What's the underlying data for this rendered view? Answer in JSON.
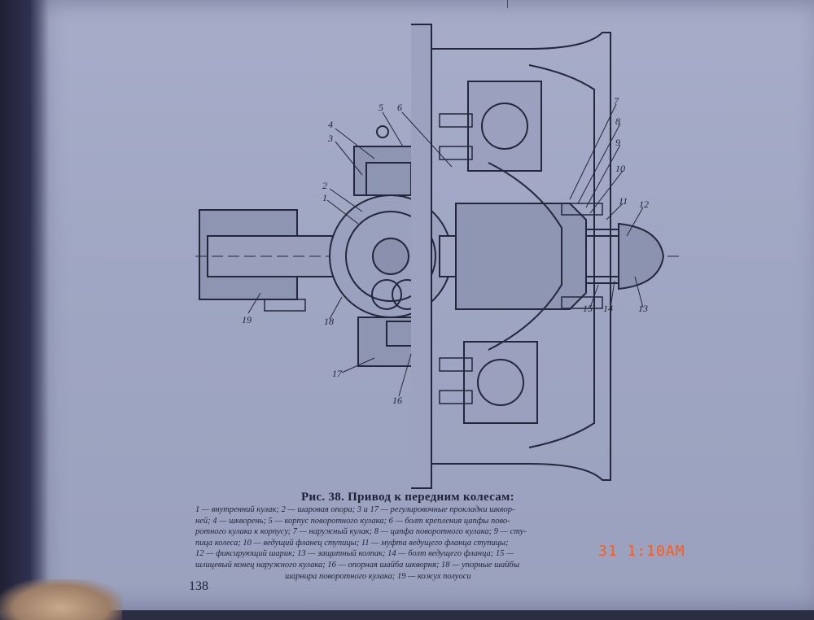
{
  "figure": {
    "title": "Рис. 38. Привод к передним колесам:",
    "callouts": [
      "1",
      "2",
      "3",
      "4",
      "5",
      "6",
      "7",
      "8",
      "9",
      "10",
      "11",
      "12",
      "13",
      "14",
      "15",
      "16",
      "17",
      "18",
      "19"
    ]
  },
  "legend_lines": [
    "1 — внутренний кулак; 2 — шаровая опора; 3 и 17 — регулировочные прокладки шквор-",
    "ней; 4 — шкворень; 5 — корпус поворотного кулака; 6 — болт крепления цапфы пово-",
    "ротного кулака к корпусу; 7 — наружный кулак; 8 — цапфа поворотного кулака; 9 — сту-",
    "пица колеса; 10 — ведущий фланец ступицы; 11 — муфта ведущего фланца ступицы;",
    "12 — фиксирующий шарик; 13 — защитный колпак; 14 — болт ведущего фланца; 15 —",
    "шлицевый конец наружного кулака; 16 — опорная шайба шкворня; 18 — упорные шайбы",
    "шарнира поворотного кулака; 19 — кожух полуоси"
  ],
  "page_number": "138",
  "camera_timestamp": "31 1:10AM",
  "colors": {
    "ink": "#1f2236",
    "paper": "#a7adc9",
    "timestamp": "#ff5a1a"
  }
}
